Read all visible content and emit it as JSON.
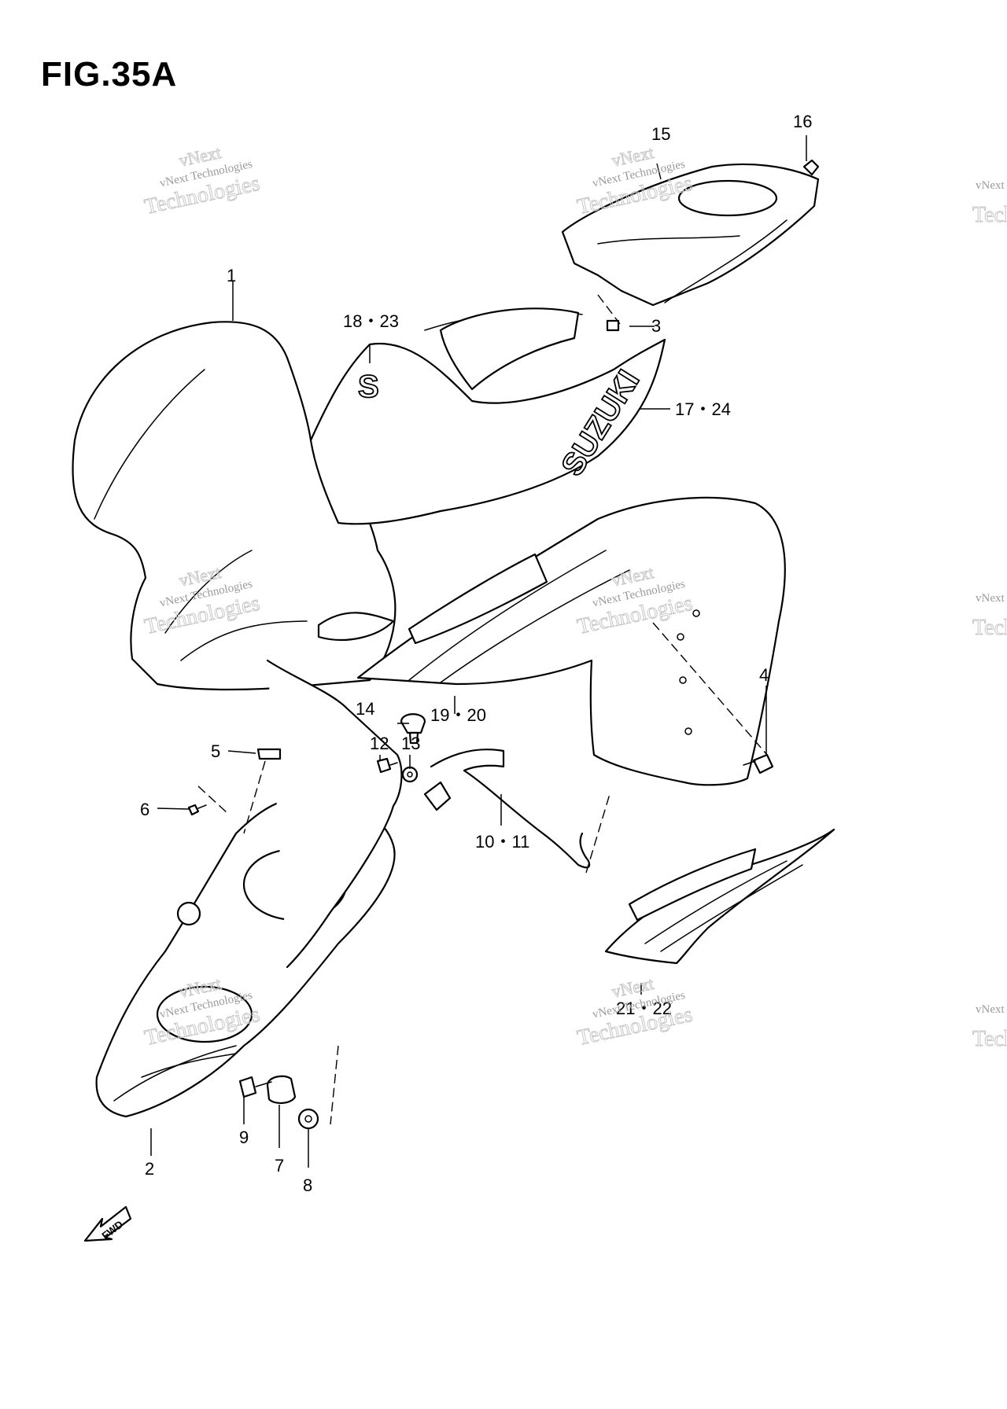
{
  "figure": {
    "title": "FIG.35A"
  },
  "callouts": {
    "c1": "1",
    "c2": "2",
    "c3": "3",
    "c4": "4",
    "c5": "5",
    "c6": "6",
    "c7": "7",
    "c8": "8",
    "c9": "9",
    "c10_11": "10・11",
    "c12": "12",
    "c13": "13",
    "c14": "14",
    "c15": "15",
    "c16": "16",
    "c17_24": "17・24",
    "c18_23": "18・23",
    "c19_20": "19・20",
    "c21_22": "21・22"
  },
  "decals": {
    "brand": "SUZUKI",
    "emblem": "S"
  },
  "direction_marker": {
    "label": "FWD"
  },
  "watermark": {
    "line1": "vNext",
    "line2": "vNext Technologies",
    "line3": "Technologies"
  }
}
